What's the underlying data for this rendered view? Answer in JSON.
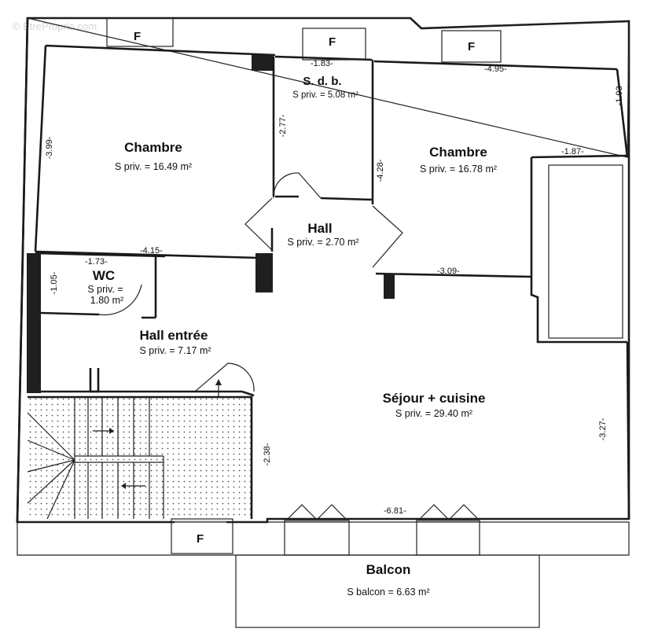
{
  "watermark": "© EtreProprio.com",
  "rooms": {
    "chambre_left": {
      "name": "Chambre",
      "area": "S priv. = 16.49 m²"
    },
    "sdb": {
      "name": "S. d. b.",
      "area": "S priv. = 5.08 m²"
    },
    "chambre_right": {
      "name": "Chambre",
      "area": "S priv. = 16.78 m²"
    },
    "hall": {
      "name": "Hall",
      "area": "S priv. = 2.70 m²"
    },
    "wc": {
      "name": "WC",
      "area_line1": "S priv. =",
      "area_line2": "1.80 m²"
    },
    "hall_entree": {
      "name": "Hall entrée",
      "area": "S priv. = 7.17 m²"
    },
    "sejour": {
      "name": "Séjour + cuisine",
      "area": "S priv. = 29.40 m²"
    },
    "balcon": {
      "name": "Balcon",
      "area": "S balcon = 6.63 m²"
    }
  },
  "windows": {
    "label": "F"
  },
  "dimensions": {
    "sdb_width": "-1.83-",
    "right_top": "-4.95-",
    "right_side": "-1.93-",
    "right_notch": "-1.87-",
    "left_side": "-3.99-",
    "sdb_height": "-2.77-",
    "hall_side": "-4.28-",
    "chambre_left_width": "-4.15-",
    "wc_width": "-1.73-",
    "wc_height": "-1.05-",
    "chambre_right_width": "-3.09-",
    "stair_side": "-2.38-",
    "sejour_width": "-6.81-",
    "sejour_side": "-3.27-"
  },
  "colors": {
    "wall": "#1a1a1a",
    "paper": "#ffffff",
    "ink": "#111111"
  }
}
